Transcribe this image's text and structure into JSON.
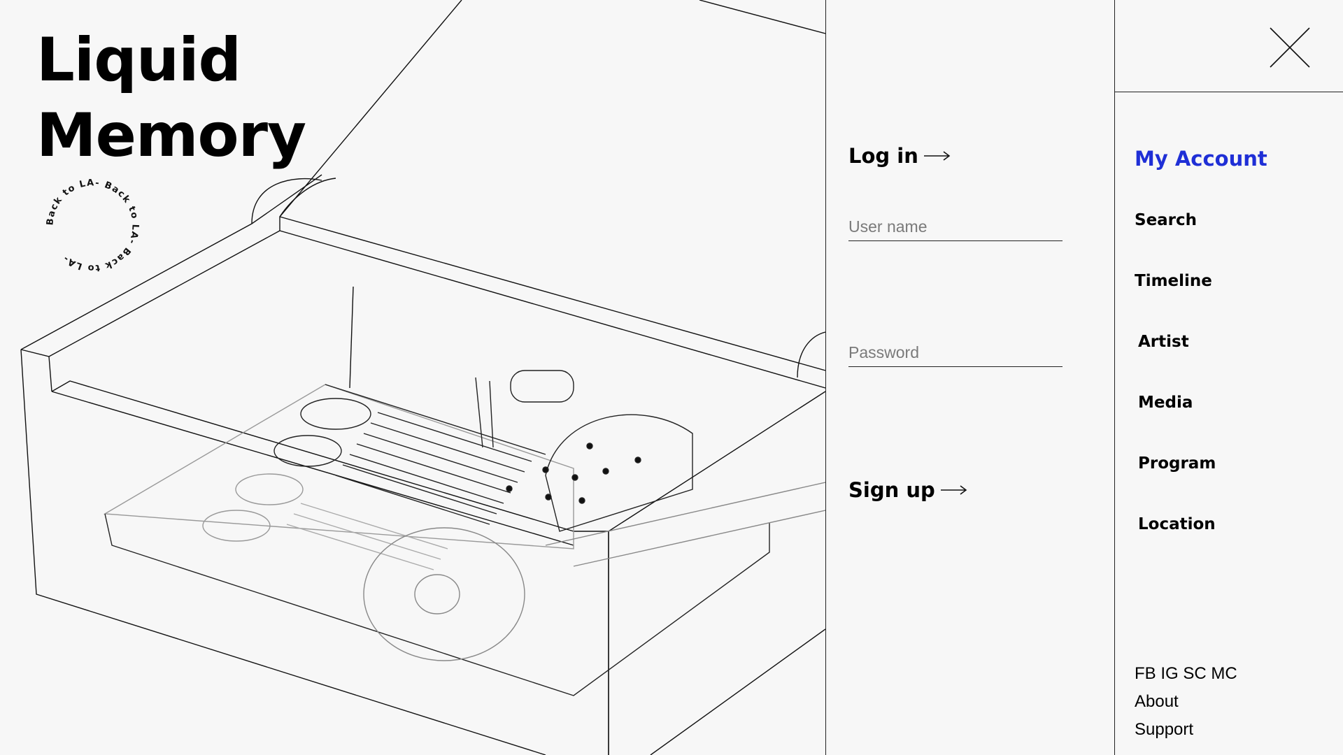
{
  "brand": {
    "line1": "Liquid",
    "line2": "Memory"
  },
  "badge": {
    "text": "Back to LA- Back to LA- Back to LA- ",
    "icon": "circular-text-badge-icon"
  },
  "login": {
    "heading": "Log in",
    "username_placeholder": "User name",
    "password_placeholder": "Password",
    "signup": "Sign up",
    "arrow_icon": "arrow-right-icon"
  },
  "menu": {
    "close_icon": "close-icon",
    "items": [
      "My Account",
      "Search",
      "Timeline",
      "Artist",
      "Media",
      "Program",
      "Location"
    ],
    "active_color": "#1f2fd6"
  },
  "footer": {
    "social": "FB IG SC MC",
    "about": "About",
    "support": "Support"
  }
}
